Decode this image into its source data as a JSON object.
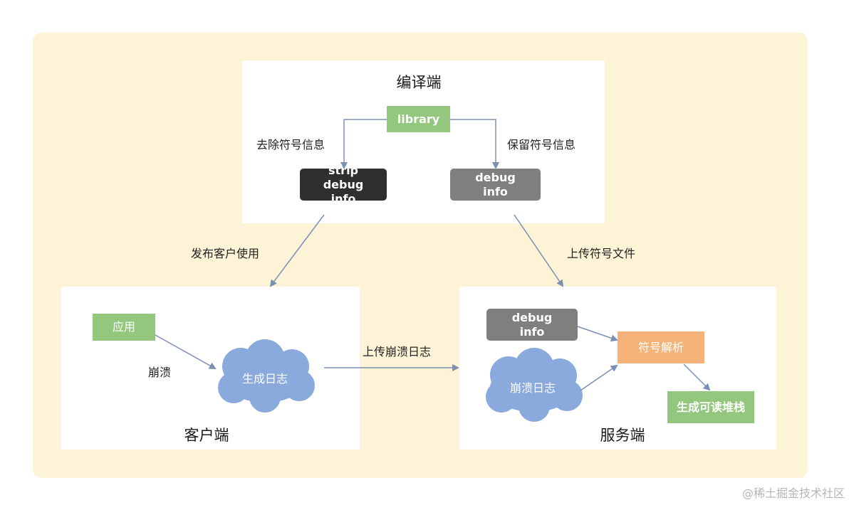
{
  "compile_side": {
    "title": "编译端",
    "library": "library",
    "strip_label": "去除符号信息",
    "keep_label": "保留符号信息",
    "strip_box": "strip debug info",
    "debug_box": "debug info"
  },
  "client_side": {
    "title": "客户端",
    "app": "应用",
    "crash_label": "崩溃",
    "log_cloud": "生成日志"
  },
  "server_side": {
    "title": "服务端",
    "debug_box": "debug info",
    "crash_log_cloud": "崩溃日志",
    "symbolicate": "符号解析",
    "readable_stack": "生成可读堆栈"
  },
  "edges": {
    "release_to_client": "发布客户使用",
    "upload_symbols": "上传符号文件",
    "upload_crash_log": "上传崩溃日志"
  },
  "watermark": "@稀土掘金技术社区",
  "colors": {
    "background": "#fdf3d6",
    "green": "#92c77d",
    "dark": "#2f2f2f",
    "gray": "#7f7f7f",
    "orange": "#f6b379",
    "cloud": "#8aa9dc",
    "arrow": "#7b8fb4"
  }
}
